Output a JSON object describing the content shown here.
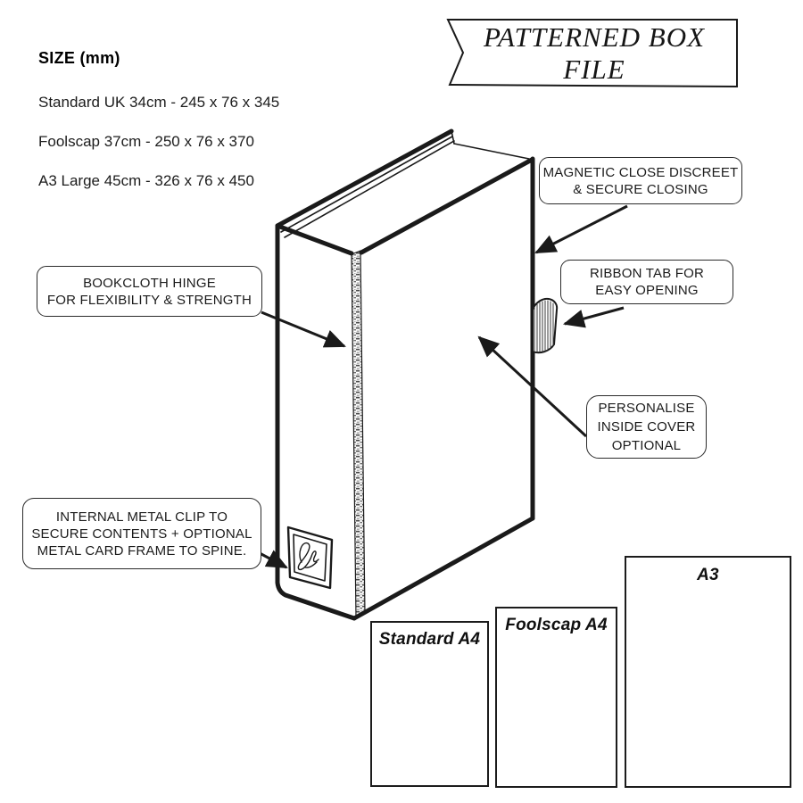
{
  "banner": {
    "line1": "PATTERNED",
    "line2": "BOX FILE"
  },
  "size_info": {
    "heading": "SIZE (mm)",
    "items": [
      "Standard UK 34cm - 245 x 76 x 345",
      "Foolscap 37cm - 250 x 76 x 370",
      "A3 Large 45cm - 326 x 76 x 450"
    ]
  },
  "callouts": {
    "magnetic": {
      "line1": "MAGNETIC CLOSE DISCREET",
      "line2": "& SECURE CLOSING"
    },
    "ribbon": {
      "line1": "RIBBON TAB FOR",
      "line2": "EASY OPENING"
    },
    "bookcloth": {
      "line1": "BOOKCLOTH HINGE",
      "line2": "FOR FLEXIBILITY & STRENGTH"
    },
    "personalise": {
      "line1": "PERSONALISE",
      "line2": "INSIDE COVER",
      "line3": "OPTIONAL"
    },
    "internal_clip": {
      "line1": "INTERNAL METAL CLIP TO",
      "line2": "SECURE CONTENTS + OPTIONAL",
      "line3": "METAL CARD FRAME TO SPINE."
    }
  },
  "paper_sizes": [
    {
      "label": "Standard A4"
    },
    {
      "label": "Foolscap A4"
    },
    {
      "label": "A3"
    }
  ],
  "colors": {
    "ink": "#1a1a1a",
    "background": "#ffffff"
  }
}
